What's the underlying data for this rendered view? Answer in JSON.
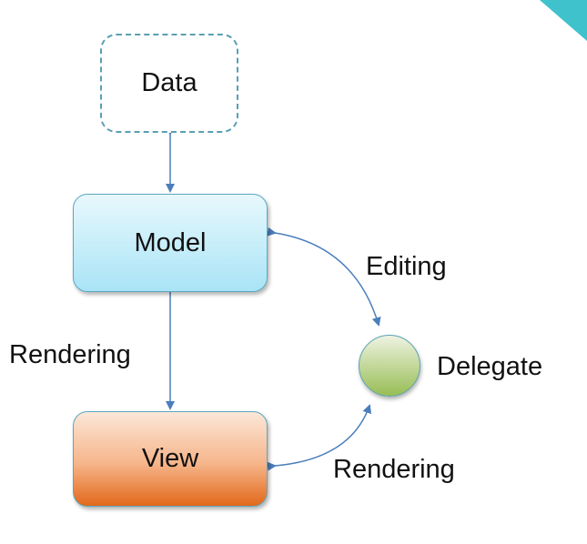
{
  "nodes": {
    "data": "Data",
    "model": "Model",
    "view": "View",
    "delegate": "Delegate"
  },
  "edges": {
    "model_view": "Rendering",
    "model_delegate": "Editing",
    "view_delegate": "Rendering"
  },
  "colors": {
    "arrow": "#4a7ebb",
    "accent": "#3fc2cc"
  }
}
